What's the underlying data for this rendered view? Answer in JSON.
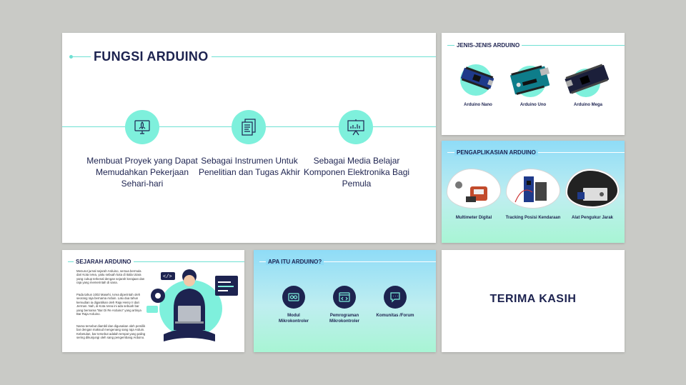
{
  "main": {
    "title": "FUNGSI ARDUINO",
    "features": [
      {
        "icon": "rocket-monitor-icon",
        "label": "Membuat Proyek yang Dapat Memudahkan Pekerjaan Sehari-hari"
      },
      {
        "icon": "documents-icon",
        "label": "Sebagai Instrumen Untuk Penelitian dan Tugas Akhir"
      },
      {
        "icon": "presentation-board-icon",
        "label": "Sebagai Media Belajar Komponen Elektronika Bagi Pemula"
      }
    ]
  },
  "jenis": {
    "title": "JENIS-JENIS ARDUINO",
    "boards": [
      {
        "label": "Arduino Nano"
      },
      {
        "label": "Arduino Uno"
      },
      {
        "label": "Arduino Mega"
      }
    ]
  },
  "pengaplikasian": {
    "title": "PENGAPLIKASIAN ARDUINO",
    "apps": [
      {
        "label": "Multimeter Digital"
      },
      {
        "label": "Tracking Posisi Kendaraan"
      },
      {
        "label": "Alat Pengukur Jarak"
      }
    ]
  },
  "sejarah": {
    "title": "SEJARAH ARDUINO",
    "paragraphs": [
      "Menurut jurnal sejarah Arduino, semua bermula dari Kota Ivrea, yaitu sebuah kota di Italia Utara yang cukup terkenal dengan sejarah kerajaan dan raja yang memerintah di sana.",
      "Pada tahun 1002 Masehi, Ivrea diperintah oleh seorang raja bernama Arduin. Lalu dua tahun kemudian ia digantikan oleh Raja Henry II dari Jerman. Nah, di Kota Ivrea ini ada sebuah bar yang bernama \"Bar Di Re Arduino\" yang artinya Bar Raja Arduino.",
      "Nama tersebut diambil dan digunakan oleh pemilik bar dengan maksud mengenang sang raja Arduin. Kebetulan, bar tersebut adalah tempat yang paling sering dikunjungi oleh sang pengembang Arduino."
    ]
  },
  "apa": {
    "title": "APA ITU ARDUINO?",
    "items": [
      {
        "icon": "module-icon",
        "label": "Modul Mikrokontroler"
      },
      {
        "icon": "code-window-icon",
        "label": "Pemrograman Mikrokontroler"
      },
      {
        "icon": "chat-icon",
        "label": "Komunitas /Forum"
      }
    ]
  },
  "thanks": {
    "title": "TERIMA KASIH"
  },
  "colors": {
    "navy": "#1d2350",
    "mint": "#7ef0dc",
    "background": "#c9cac6"
  }
}
